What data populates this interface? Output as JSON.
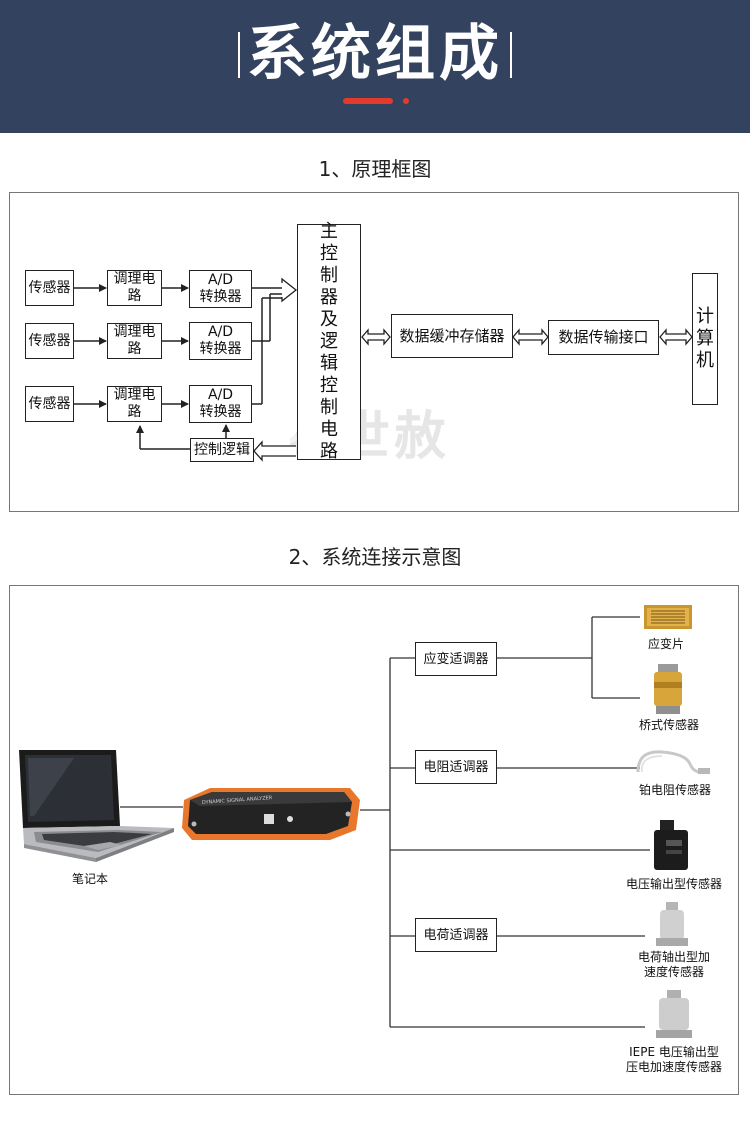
{
  "header": {
    "title": "系统组成"
  },
  "section1": {
    "title": "1、原理框图",
    "sensors": [
      "传感器",
      "传感器",
      "传感器"
    ],
    "conditioners": [
      "调理电路",
      "调理电路",
      "调理电路"
    ],
    "adc_line1": "A/D",
    "adc_line2": "转换器",
    "control_logic": "控制逻辑",
    "main_controller_chars": [
      "主",
      "控",
      "制",
      "器",
      "及",
      "逻",
      "辑",
      "控",
      "制",
      "电",
      "路"
    ],
    "buffer": "数据缓冲存储器",
    "interface": "数据传输接口",
    "computer_chars": [
      "计",
      "算",
      "机"
    ],
    "watermark": "世赦"
  },
  "section2": {
    "title": "2、系统连接示意图",
    "laptop_label": "笔记本",
    "conditioners": [
      "应变适调器",
      "电阻适调器",
      "电荷适调器"
    ],
    "sensors": [
      "应变片",
      "桥式传感器",
      "铂电阻传感器",
      "电压输出型传感器",
      [
        "电荷轴出型加",
        "速度传感器"
      ],
      [
        "IEPE 电压输出型",
        "压电加速度传感器"
      ]
    ],
    "device_text": "DYNAMIC SIGNAL ANALYZER"
  },
  "colors": {
    "banner": "#33435f",
    "accent": "#e23b2e",
    "device_orange": "#e9772b"
  }
}
